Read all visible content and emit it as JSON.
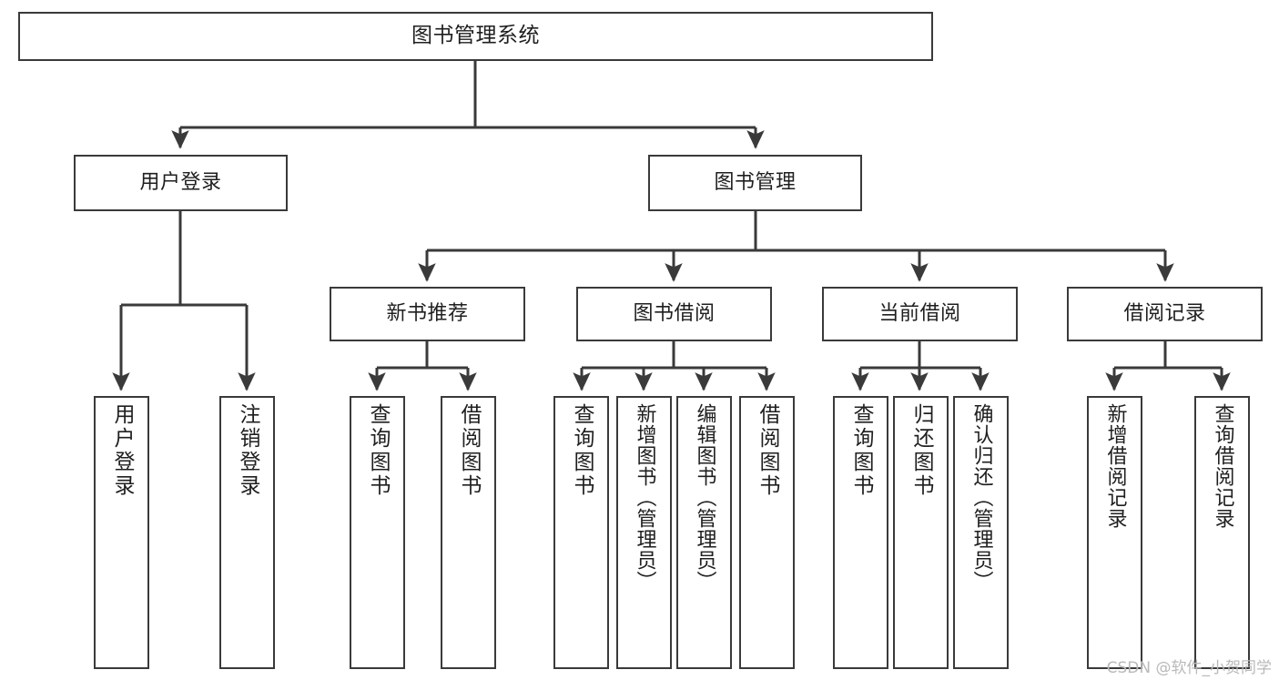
{
  "diagram": {
    "title": "图书管理系统",
    "type": "tree-hierarchy-chart",
    "watermark": "CSDN @软件_小贺同学",
    "colors": {
      "background": "#ffffff",
      "box_border": "#3a3a3a",
      "box_fill": "#ffffff",
      "connector": "#3a3a3a",
      "text": "#1f1f1f",
      "watermark": "#b9b9b9"
    },
    "nodes": {
      "root": {
        "label": "图书管理系统"
      },
      "level2": [
        {
          "id": "user-login",
          "label": "用户登录"
        },
        {
          "id": "book-manage",
          "label": "图书管理"
        }
      ],
      "level3": [
        {
          "id": "new-book-recommend",
          "label": "新书推荐"
        },
        {
          "id": "book-borrow",
          "label": "图书借阅"
        },
        {
          "id": "current-borrow",
          "label": "当前借阅"
        },
        {
          "id": "borrow-record",
          "label": "借阅记录"
        }
      ],
      "leaves": {
        "user-login": [
          {
            "id": "leaf-user-login",
            "label": "用户登录"
          },
          {
            "id": "leaf-logout-login",
            "label": "注销登录"
          }
        ],
        "new-book-recommend": [
          {
            "id": "leaf-query-book-1",
            "label": "查询图书"
          },
          {
            "id": "leaf-borrow-book-1",
            "label": "借阅图书"
          }
        ],
        "book-borrow": [
          {
            "id": "leaf-query-book-2",
            "label": "查询图书"
          },
          {
            "id": "leaf-add-book",
            "label": "新增图书（管理员）"
          },
          {
            "id": "leaf-edit-book",
            "label": "编辑图书（管理员）"
          },
          {
            "id": "leaf-borrow-book-2",
            "label": "借阅图书"
          }
        ],
        "current-borrow": [
          {
            "id": "leaf-query-book-3",
            "label": "查询图书"
          },
          {
            "id": "leaf-return-book",
            "label": "归还图书"
          },
          {
            "id": "leaf-confirm-return",
            "label": "确认归还（管理员）"
          }
        ],
        "borrow-record": [
          {
            "id": "leaf-add-record",
            "label": "新增借阅记录"
          },
          {
            "id": "leaf-query-record",
            "label": "查询借阅记录"
          }
        ]
      }
    }
  }
}
